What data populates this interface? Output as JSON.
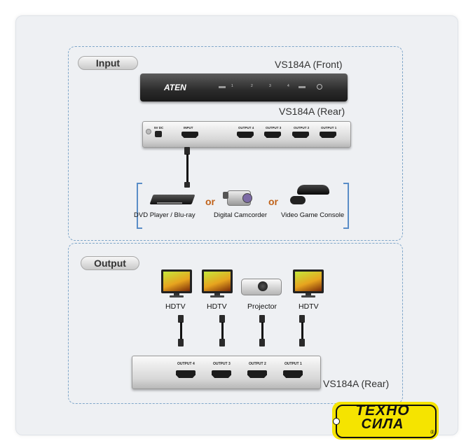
{
  "input_section": {
    "title": "Input",
    "front_label": "VS184A (Front)",
    "rear_label": "VS184A (Rear)",
    "front_device": {
      "brand": "ATEN",
      "buttons": [
        "1",
        "2",
        "3",
        "4"
      ]
    },
    "rear_device": {
      "power_label": "5V DC",
      "input_label": "INPUT",
      "outputs": [
        "OUTPUT 4",
        "OUTPUT 3",
        "OUTPUT 2",
        "OUTPUT 1"
      ]
    },
    "sources": [
      "DVD Player / Blu-ray",
      "Digital Camcorder",
      "Video Game Console"
    ],
    "separator": "or"
  },
  "output_section": {
    "title": "Output",
    "displays": [
      "HDTV",
      "HDTV",
      "Projector",
      "HDTV"
    ],
    "rear_device": {
      "outputs": [
        "OUTPUT 4",
        "OUTPUT 3",
        "OUTPUT 2",
        "OUTPUT 1"
      ]
    },
    "rear_label": "VS184A (Rear)"
  },
  "watermark": {
    "line1": "ТЕХНО",
    "line2": "СИЛА"
  },
  "colors": {
    "dashed_border": "#7fa6c9",
    "bracket": "#5a8dc7",
    "logo_bg": "#f5e400",
    "separator": "#c0621a"
  }
}
